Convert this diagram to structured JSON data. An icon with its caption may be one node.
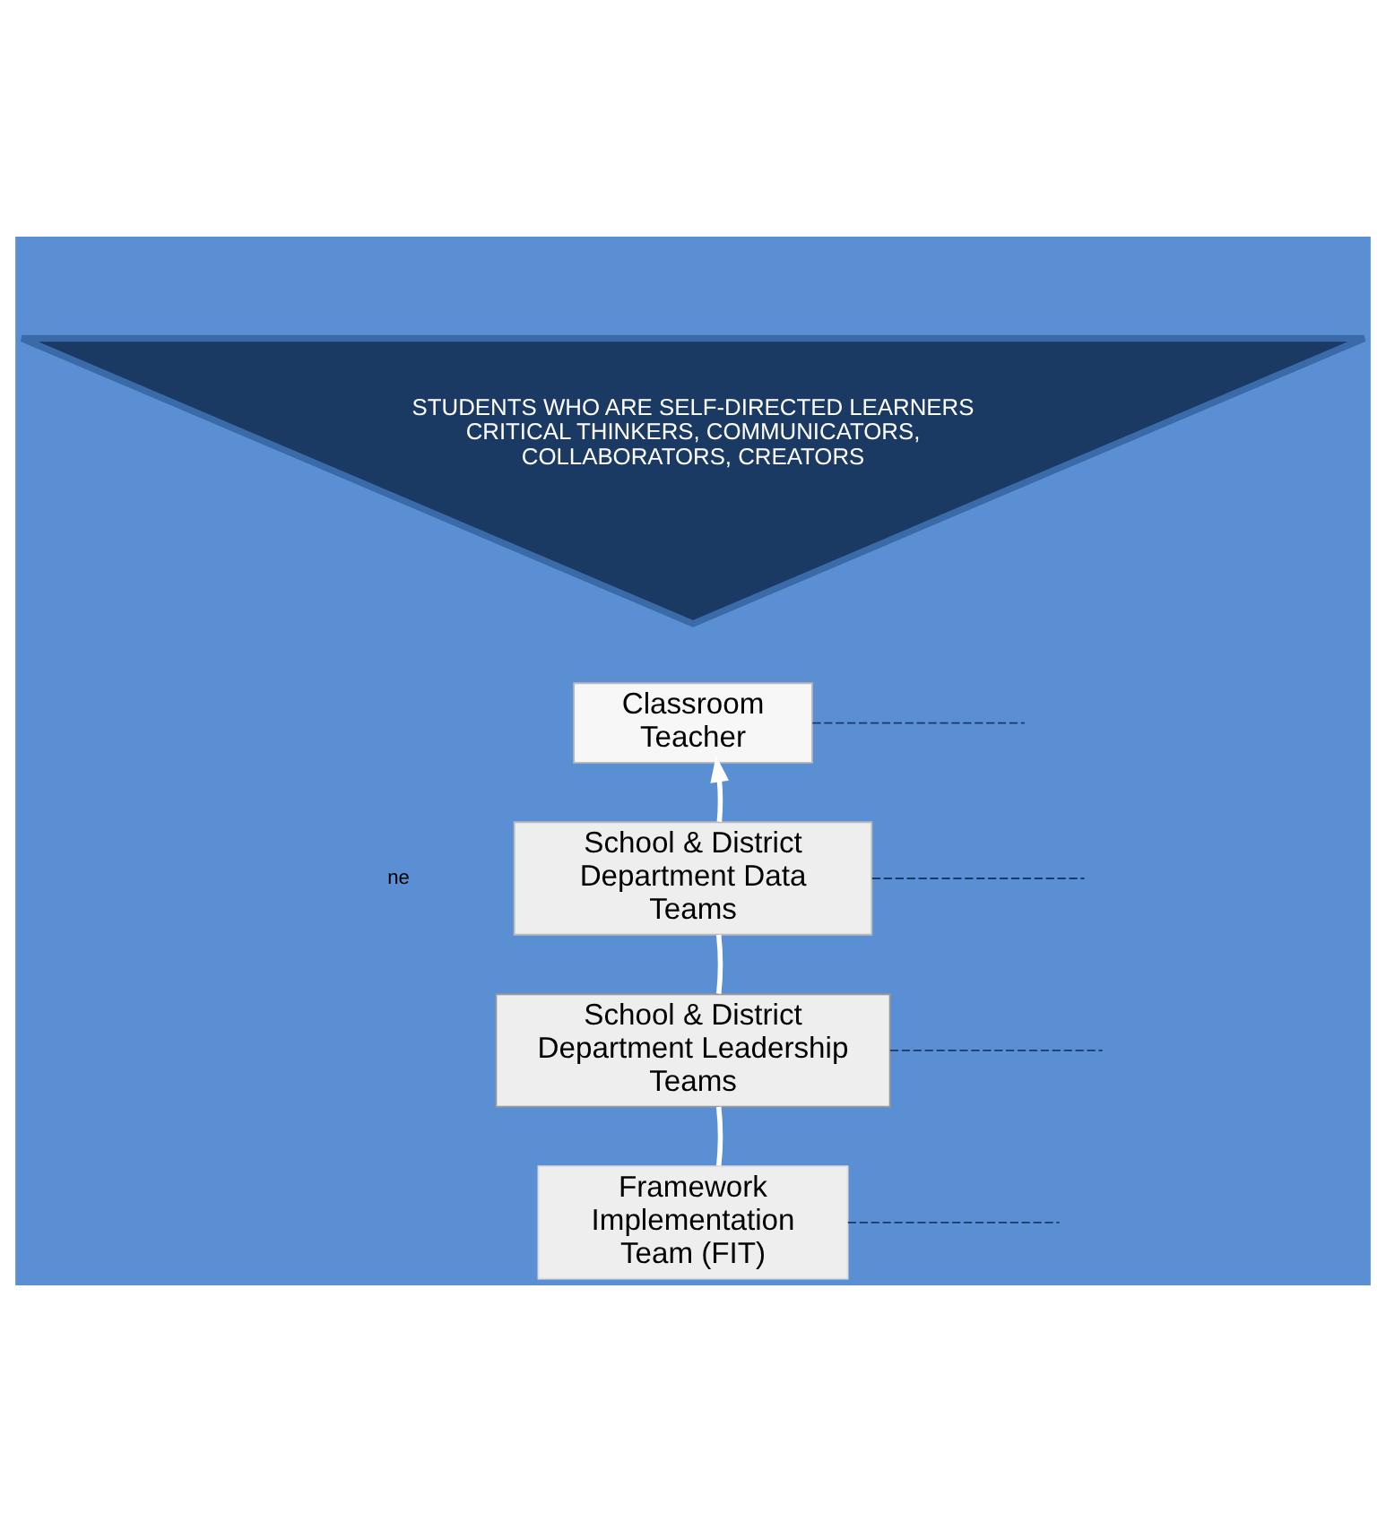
{
  "diagram": {
    "nodes": [
      {
        "text": [
          "STUDENTS WHO ARE SELF-DIRECTED LEARNERS CRITICAL THINKERS, COMMUNICATORS, COLLABORATORS, CREATORS"
        ]
      },
      {
        "text": [
          "Classroom Teacher"
        ]
      },
      {
        "text": [
          "School & District Department Data Teams"
        ]
      },
      {
        "text": [
          "School & District Department Leadership Teams"
        ]
      },
      {
        "text": [
          "Framework Implementation Team (FIT)"
        ]
      }
    ],
    "edges": [
      {
        "from": 4,
        "to": 3,
        "arrow": "none",
        "style": "thick",
        "color": "#ffffff"
      },
      {
        "from": 3,
        "to": 2,
        "arrow": "none",
        "style": "thick",
        "color": "#ffffff"
      },
      {
        "from": 2,
        "to": 1,
        "arrow": "to",
        "style": "thick",
        "color": "#ffffff"
      },
      {
        "from": 1,
        "to": null,
        "arrow": "none",
        "style": "dashed"
      },
      {
        "from": 2,
        "to": null,
        "arrow": "none",
        "style": "dashed"
      },
      {
        "from": 3,
        "to": null,
        "arrow": "none",
        "style": "dashed"
      },
      {
        "from": 4,
        "to": null,
        "arrow": "none",
        "style": "dashed"
      }
    ],
    "labels": [
      "ne"
    ]
  }
}
